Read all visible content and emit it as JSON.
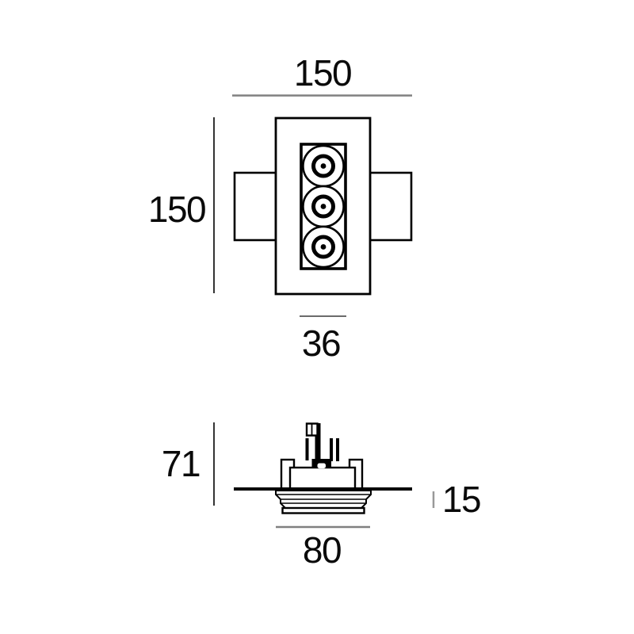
{
  "drawing": {
    "type": "technical-dimension-drawing",
    "subject": "recessed-triple-spotlight-fixture",
    "lamp_count": 3
  },
  "dimensions": {
    "top_view": {
      "overall_width": "150",
      "overall_height": "150",
      "lens_strip_width": "36"
    },
    "side_view": {
      "recessed_height": "71",
      "trim_height": "15",
      "trim_width": "80"
    }
  },
  "colors": {
    "outline": "#000000",
    "dim_line_gray": "#808080",
    "dim_line_dark": "#3a3a3a",
    "text": "#0a0a0a",
    "background": "#ffffff"
  }
}
